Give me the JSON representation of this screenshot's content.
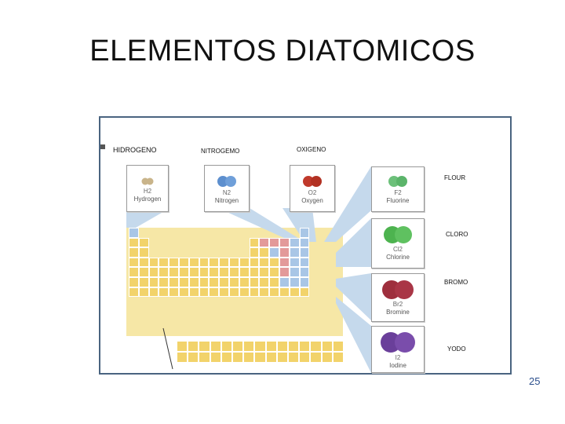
{
  "title": "ELEMENTOS DIATOMICOS",
  "page_number": "25",
  "labels": {
    "hydrogen": "HIDROGENO",
    "nitrogen": "NITROGEMO",
    "oxygen": "OXIGENO",
    "fluorine": "FLOUR",
    "chlorine": "CLORO",
    "bromine": "BROMO",
    "iodine": "YODO"
  },
  "molecules": [
    {
      "key": "h2",
      "formula": "H2",
      "name": "Hydrogen",
      "color": "#c9b48a"
    },
    {
      "key": "n2",
      "formula": "N2",
      "name": "Nitrogen",
      "color": "#5d8fce"
    },
    {
      "key": "o2",
      "formula": "O2",
      "name": "Oxygen",
      "color": "#c0392b"
    },
    {
      "key": "f2",
      "formula": "F2",
      "name": "Fluorine",
      "color": "#6cc07a"
    },
    {
      "key": "cl2",
      "formula": "Cl2",
      "name": "Chlorine",
      "color": "#4db34f"
    },
    {
      "key": "br2",
      "formula": "Br2",
      "name": "Bromine",
      "color": "#9e2f3d"
    },
    {
      "key": "i2",
      "formula": "I2",
      "name": "Iodine",
      "color": "#6a3f9a"
    }
  ],
  "colors": {
    "frame": "#4a6480",
    "callout": "#c5d9ec",
    "main_group": "#f2d36b",
    "nonmetal": "#a9c6e6",
    "highlight": "#e39a9a",
    "page_number": "#2b4e8c"
  }
}
